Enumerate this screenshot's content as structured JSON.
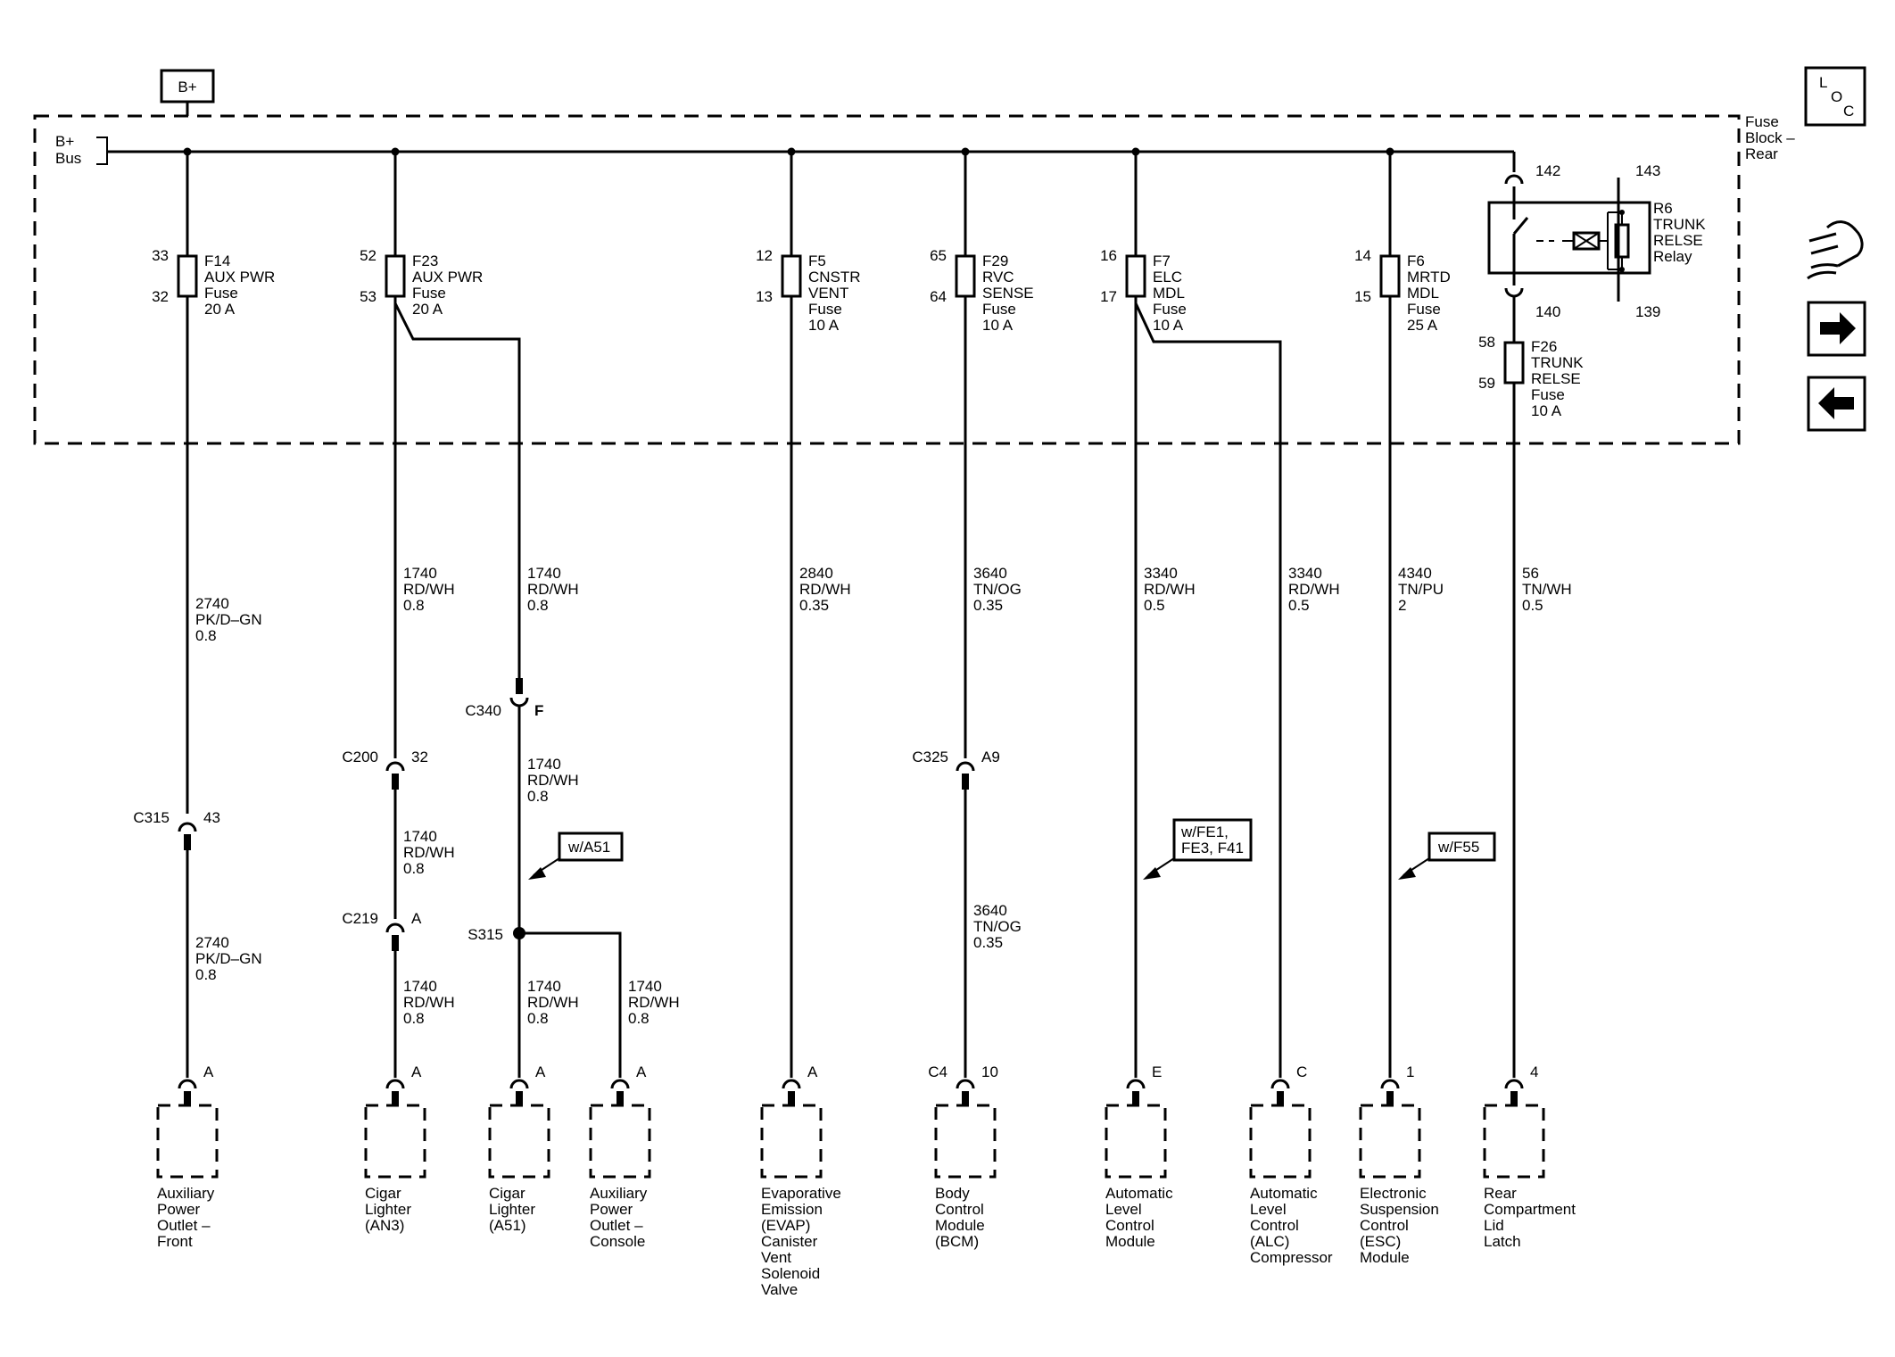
{
  "header": {
    "bplus": "B+",
    "bus_line1": "B+",
    "bus_line2": "Bus",
    "block_line1": "Fuse",
    "block_line2": "Block –",
    "block_line3": "Rear",
    "loc": {
      "l": "L",
      "o": "O",
      "c": "C"
    }
  },
  "nav": {
    "service_icon": "service-info-icon",
    "next_icon": "arrow-right-icon",
    "prev_icon": "arrow-left-icon"
  },
  "fuses": [
    {
      "id": "f14",
      "pin_in": "33",
      "pin_out": "32",
      "label": [
        "F14",
        "AUX PWR",
        "Fuse",
        "20 A"
      ]
    },
    {
      "id": "f23",
      "pin_in": "52",
      "pin_out": "53",
      "label": [
        "F23",
        "AUX PWR",
        "Fuse",
        "20 A"
      ]
    },
    {
      "id": "f5",
      "pin_in": "12",
      "pin_out": "13",
      "label": [
        "F5",
        "CNSTR",
        "VENT",
        "Fuse",
        "10 A"
      ]
    },
    {
      "id": "f29",
      "pin_in": "65",
      "pin_out": "64",
      "label": [
        "F29",
        "RVC",
        "SENSE",
        "Fuse",
        "10 A"
      ]
    },
    {
      "id": "f7",
      "pin_in": "16",
      "pin_out": "17",
      "label": [
        "F7",
        "ELC",
        "MDL",
        "Fuse",
        "10 A"
      ]
    },
    {
      "id": "f6",
      "pin_in": "14",
      "pin_out": "15",
      "label": [
        "F6",
        "MRTD",
        "MDL",
        "Fuse",
        "25 A"
      ]
    },
    {
      "id": "f26",
      "pin_in": "58",
      "pin_out": "59",
      "label": [
        "F26",
        "TRUNK",
        "RELSE",
        "Fuse",
        "10 A"
      ]
    }
  ],
  "relay": {
    "pins": {
      "p142": "142",
      "p143": "143",
      "p140": "140",
      "p139": "139"
    },
    "label": [
      "R6",
      "TRUNK",
      "RELSE",
      "Relay"
    ]
  },
  "wires": {
    "w2740_top": [
      "2740",
      "PK/D–GN",
      "0.8"
    ],
    "w2740_bot": [
      "2740",
      "PK/D–GN",
      "0.8"
    ],
    "w1740_a": [
      "1740",
      "RD/WH",
      "0.8"
    ],
    "w1740_b": [
      "1740",
      "RD/WH",
      "0.8"
    ],
    "w1740_c": [
      "1740",
      "RD/WH",
      "0.8"
    ],
    "w1740_d": [
      "1740",
      "RD/WH",
      "0.8"
    ],
    "w1740_e": [
      "1740",
      "RD/WH",
      "0.8"
    ],
    "w1740_f": [
      "1740",
      "RD/WH",
      "0.8"
    ],
    "w1740_g": [
      "1740",
      "RD/WH",
      "0.8"
    ],
    "w2840": [
      "2840",
      "RD/WH",
      "0.35"
    ],
    "w3640_top": [
      "3640",
      "TN/OG",
      "0.35"
    ],
    "w3640_bot": [
      "3640",
      "TN/OG",
      "0.35"
    ],
    "w3340_a": [
      "3340",
      "RD/WH",
      "0.5"
    ],
    "w3340_b": [
      "3340",
      "RD/WH",
      "0.5"
    ],
    "w4340": [
      "4340",
      "TN/PU",
      "2"
    ],
    "w56": [
      "56",
      "TN/WH",
      "0.5"
    ]
  },
  "connectors": {
    "c315": {
      "name": "C315",
      "pin": "43"
    },
    "c200": {
      "name": "C200",
      "pin": "32"
    },
    "c219": {
      "name": "C219",
      "pin": "A"
    },
    "c340": {
      "name": "C340",
      "pin": "F"
    },
    "c325": {
      "name": "C325",
      "pin": "A9"
    },
    "s315": {
      "name": "S315"
    }
  },
  "options": {
    "wa51": [
      "w/A51"
    ],
    "wfe1": [
      "w/FE1,",
      "FE3, F41"
    ],
    "wf55": [
      "w/F55"
    ]
  },
  "components": [
    {
      "id": "aux-front",
      "pin": "A",
      "label": [
        "Auxiliary",
        "Power",
        "Outlet –",
        "Front"
      ]
    },
    {
      "id": "cigar-an3",
      "pin": "A",
      "label": [
        "Cigar",
        "Lighter",
        "(AN3)"
      ]
    },
    {
      "id": "cigar-a51",
      "pin": "A",
      "label": [
        "Cigar",
        "Lighter",
        "(A51)"
      ]
    },
    {
      "id": "aux-console",
      "pin": "A",
      "label": [
        "Auxiliary",
        "Power",
        "Outlet –",
        "Console"
      ]
    },
    {
      "id": "evap",
      "pin": "A",
      "label": [
        "Evaporative",
        "Emission",
        "(EVAP)",
        "Canister",
        "Vent",
        "Solenoid",
        "Valve"
      ]
    },
    {
      "id": "bcm",
      "pin": "10",
      "conn": "C4",
      "label": [
        "Body",
        "Control",
        "Module",
        "(BCM)"
      ]
    },
    {
      "id": "alc-module",
      "pin": "E",
      "label": [
        "Automatic",
        "Level",
        "Control",
        "Module"
      ]
    },
    {
      "id": "alc-compressor",
      "pin": "C",
      "label": [
        "Automatic",
        "Level",
        "Control",
        "(ALC)",
        "Compressor"
      ]
    },
    {
      "id": "esc",
      "pin": "1",
      "label": [
        "Electronic",
        "Suspension",
        "Control",
        "(ESC)",
        "Module"
      ]
    },
    {
      "id": "trunk-latch",
      "pin": "4",
      "label": [
        "Rear",
        "Compartment",
        "Lid",
        "Latch"
      ]
    }
  ]
}
